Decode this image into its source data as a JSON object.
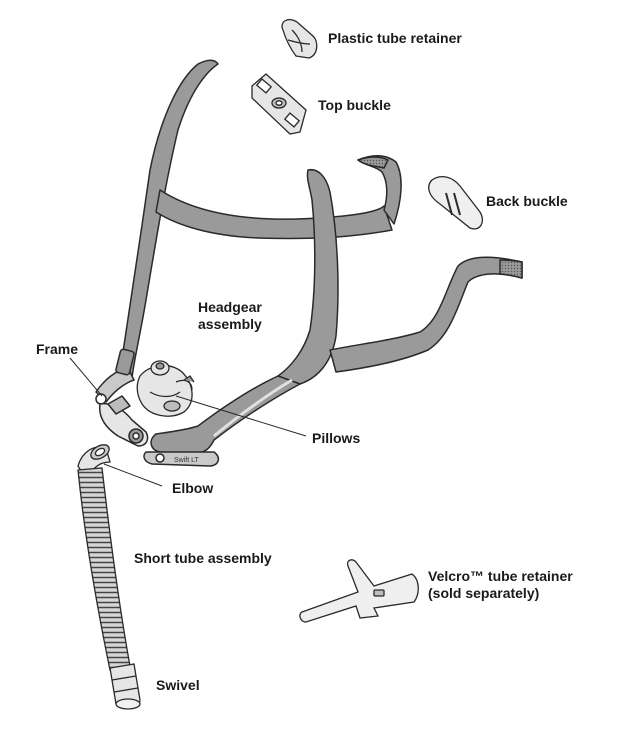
{
  "labels": {
    "plastic_tube_retainer": "Plastic tube retainer",
    "top_buckle": "Top buckle",
    "back_buckle": "Back buckle",
    "headgear_line1": "Headgear",
    "headgear_line2": "assembly",
    "frame": "Frame",
    "pillows": "Pillows",
    "elbow": "Elbow",
    "short_tube_assembly": "Short tube assembly",
    "velcro_line1": "Velcro™ tube retainer",
    "velcro_line2": "(sold separately)",
    "swivel": "Swivel"
  },
  "frame_imprint": "Swift LT",
  "colors": {
    "strap_fill": "#9a9a9a",
    "strap_light": "#c9c9c9",
    "outline": "#2a2a2a",
    "part_light": "#e6e6e6",
    "background": "#ffffff"
  }
}
